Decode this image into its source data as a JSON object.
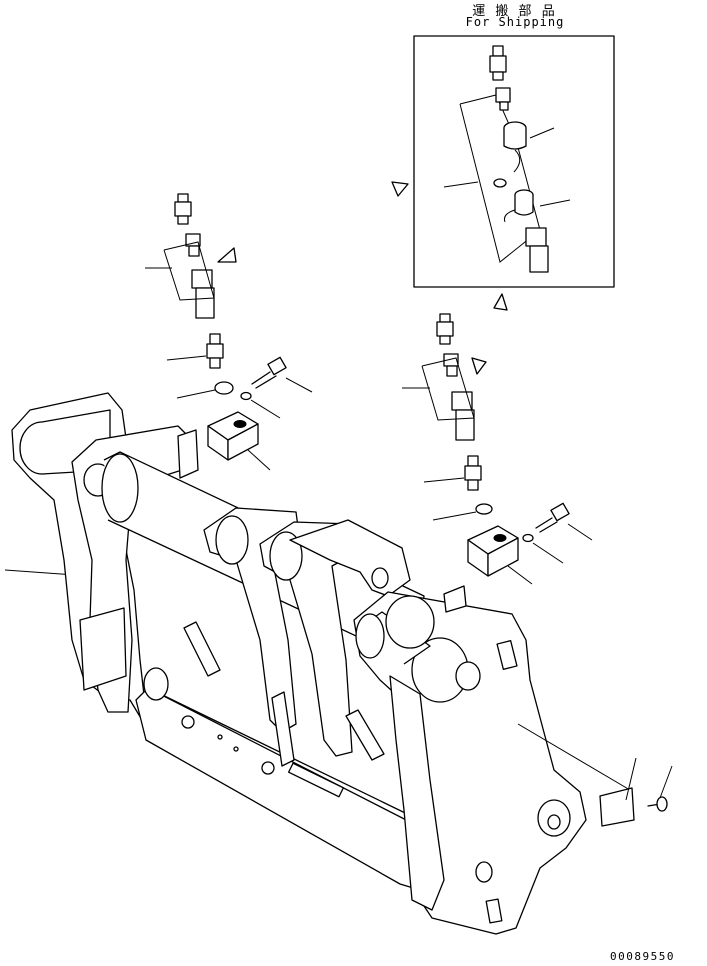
{
  "shipping_box": {
    "title_jp": "運 搬 部 品",
    "title_en": "For Shipping"
  },
  "drawing_number": "00089550",
  "colors": {
    "ink": "#000000",
    "paper": "#ffffff"
  }
}
